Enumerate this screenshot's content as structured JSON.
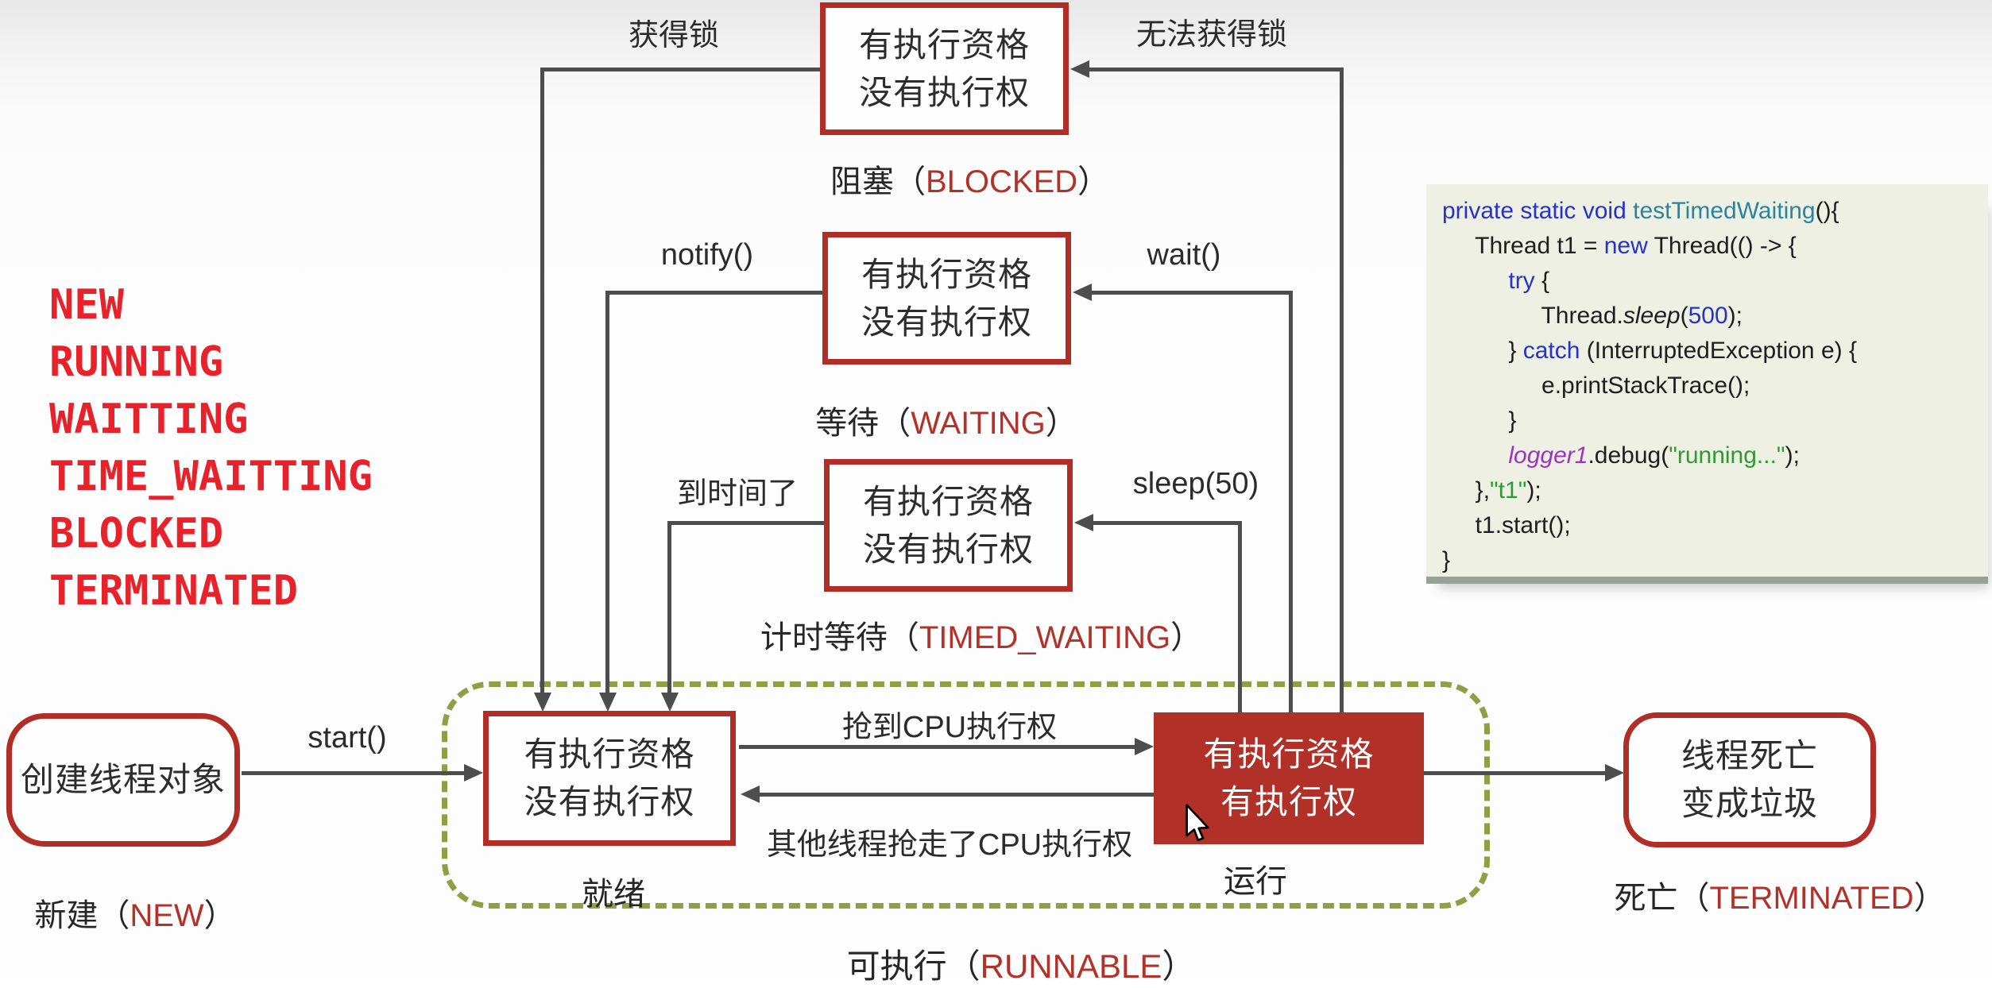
{
  "state_list": {
    "items": [
      "NEW",
      "RUNNING",
      "WAITTING",
      "TIME_WAITTING",
      "BLOCKED",
      "TERMINATED"
    ],
    "color": "#e8222a"
  },
  "nodes": {
    "blocked_box": {
      "line1": "有执行资格",
      "line2": "没有执行权"
    },
    "waiting_box": {
      "line1": "有执行资格",
      "line2": "没有执行权"
    },
    "timed_box": {
      "line1": "有执行资格",
      "line2": "没有执行权"
    },
    "ready_box": {
      "line1": "有执行资格",
      "line2": "没有执行权"
    },
    "running_box": {
      "line1": "有执行资格",
      "line2": "有执行权"
    },
    "new_box": {
      "line1": "创建线程对象"
    },
    "dead_box": {
      "line1": "线程死亡",
      "line2": "变成垃圾"
    }
  },
  "labels": {
    "blocked": {
      "zh": "阻塞（",
      "en": "BLOCKED",
      "close": "）"
    },
    "waiting": {
      "zh": "等待（",
      "en": "WAITING",
      "close": "）"
    },
    "timed_waiting": {
      "zh": "计时等待（",
      "en": "TIMED_WAITING",
      "close": "）"
    },
    "runnable": {
      "zh": "可执行（",
      "en": "RUNNABLE",
      "close": "）"
    },
    "new": {
      "zh": "新建（",
      "en": "NEW",
      "close": "）"
    },
    "terminated": {
      "zh": "死亡（",
      "en": "TERMINATED",
      "close": "）"
    },
    "ready": "就绪",
    "running": "运行"
  },
  "edges": {
    "acquire_lock": "获得锁",
    "no_lock": "无法获得锁",
    "notify": "notify()",
    "wait": "wait()",
    "time_up": "到时间了",
    "sleep": "sleep(50)",
    "start": "start()",
    "grab_cpu": "抢到CPU执行权",
    "lose_cpu": "其他线程抢走了CPU执行权"
  },
  "colors": {
    "box_red": "#b02e26",
    "fill_red": "#b13028",
    "label_red": "#b23229",
    "list_red": "#e8222a",
    "line_gray": "#4d4d4d",
    "dash_green": "#8e9f44",
    "code_bg": "#edf0e2"
  },
  "code": {
    "lines": [
      [
        {
          "t": "private static void ",
          "c": "kw"
        },
        {
          "t": "testTimedWaiting",
          "c": "fn"
        },
        {
          "t": "(){",
          "c": "pl"
        }
      ],
      [
        {
          "t": "     Thread t1 = ",
          "c": "pl"
        },
        {
          "t": "new",
          "c": "kw"
        },
        {
          "t": " Thread(() -> {",
          "c": "pl"
        }
      ],
      [
        {
          "t": "          ",
          "c": "pl"
        },
        {
          "t": "try",
          "c": "kw"
        },
        {
          "t": " {",
          "c": "pl"
        }
      ],
      [
        {
          "t": "               Thread.",
          "c": "pl"
        },
        {
          "t": "sleep",
          "c": "it"
        },
        {
          "t": "(",
          "c": "pl"
        },
        {
          "t": "500",
          "c": "num"
        },
        {
          "t": ");",
          "c": "pl"
        }
      ],
      [
        {
          "t": "          } ",
          "c": "pl"
        },
        {
          "t": "catch",
          "c": "kw"
        },
        {
          "t": " (InterruptedException e) {",
          "c": "pl"
        }
      ],
      [
        {
          "t": "               e.printStackTrace();",
          "c": "pl"
        }
      ],
      [
        {
          "t": "          }",
          "c": "pl"
        }
      ],
      [
        {
          "t": "          ",
          "c": "pl"
        },
        {
          "t": "logger1",
          "c": "fld"
        },
        {
          "t": ".debug(",
          "c": "pl"
        },
        {
          "t": "\"running...\"",
          "c": "str"
        },
        {
          "t": ");",
          "c": "pl"
        }
      ],
      [
        {
          "t": "     },",
          "c": "pl"
        },
        {
          "t": "\"t1\"",
          "c": "str"
        },
        {
          "t": ");",
          "c": "pl"
        }
      ],
      [
        {
          "t": "     t1.start();",
          "c": "pl"
        }
      ],
      [
        {
          "t": "}",
          "c": "pl"
        }
      ]
    ]
  }
}
